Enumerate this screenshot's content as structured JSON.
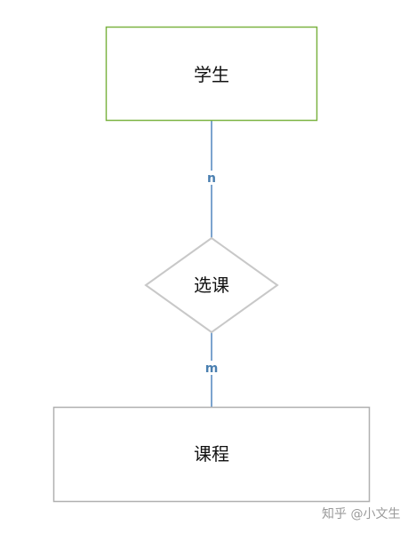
{
  "diagram": {
    "entities": {
      "student": {
        "label": "学生",
        "border_color": "#7cb342"
      },
      "course": {
        "label": "课程",
        "border_color": "#b0b0b0"
      }
    },
    "relationship": {
      "label": "选课",
      "border_color": "#c8c8c8"
    },
    "connectors": {
      "color": "#5b8ec1",
      "top_cardinality": "n",
      "bottom_cardinality": "m"
    }
  },
  "watermark": {
    "text": "知乎 @小文生"
  }
}
